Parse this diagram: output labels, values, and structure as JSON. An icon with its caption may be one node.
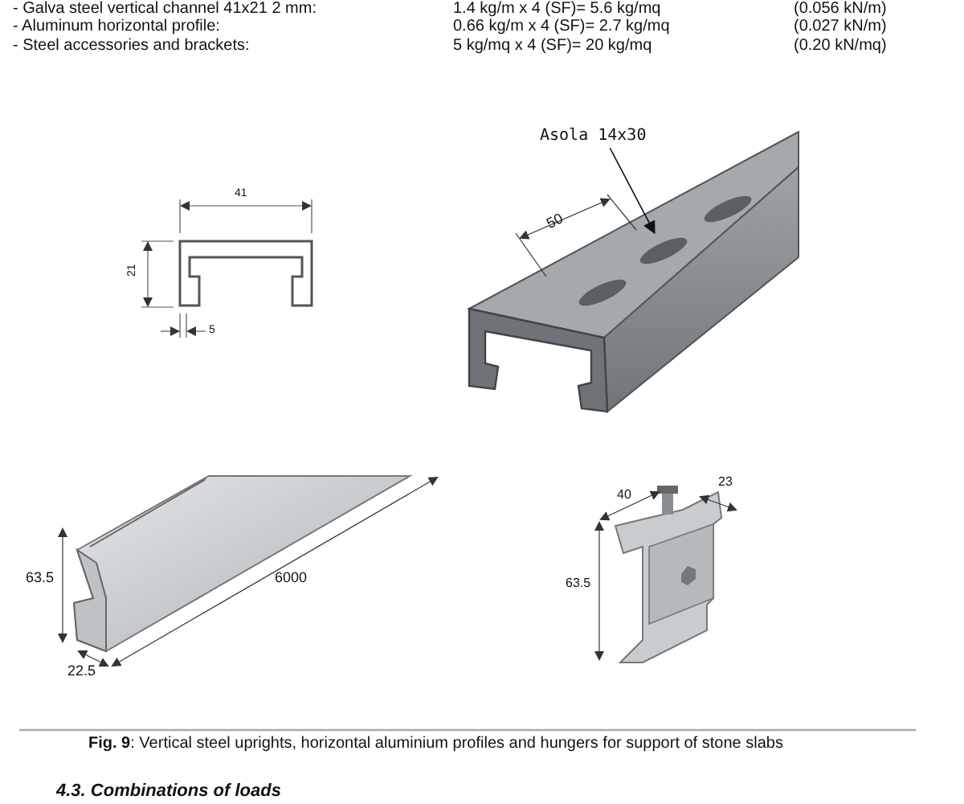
{
  "diagram": {
    "caption": "**Fig.  9**: Vertical steel uprights, horizontal aluminium profiles and hungers for support of stone slabs",
    "nodes": [
      {
        "text": [
          "Asola 14x30"
        ]
      },
      {
        "text": [],
        "shape": "ellipse"
      }
    ],
    "edges": [
      {
        "from": 0,
        "to": 1,
        "arrow": "to"
      }
    ],
    "labels": [
      "- Galva steel vertical channel 41x21 2 mm:",
      "1.4 kg/m x 4 (SF)= 5.6 kg/mq",
      "(0.056 kN/m)",
      "- Aluminum horizontal profile:",
      "0.66 kg/m x 4 (SF)= 2.7 kg/mq",
      "(0.027 kN/m)",
      "- Steel accessories and brackets:",
      "5 kg/mq x 4 (SF)= 20 kg/mq",
      "(0.20 kN/mq)",
      "41",
      "21",
      "5",
      "50",
      "63.5",
      "6000",
      "22.5",
      "40",
      "23",
      "63.5",
      "4.3. Combinations of loads"
    ]
  }
}
